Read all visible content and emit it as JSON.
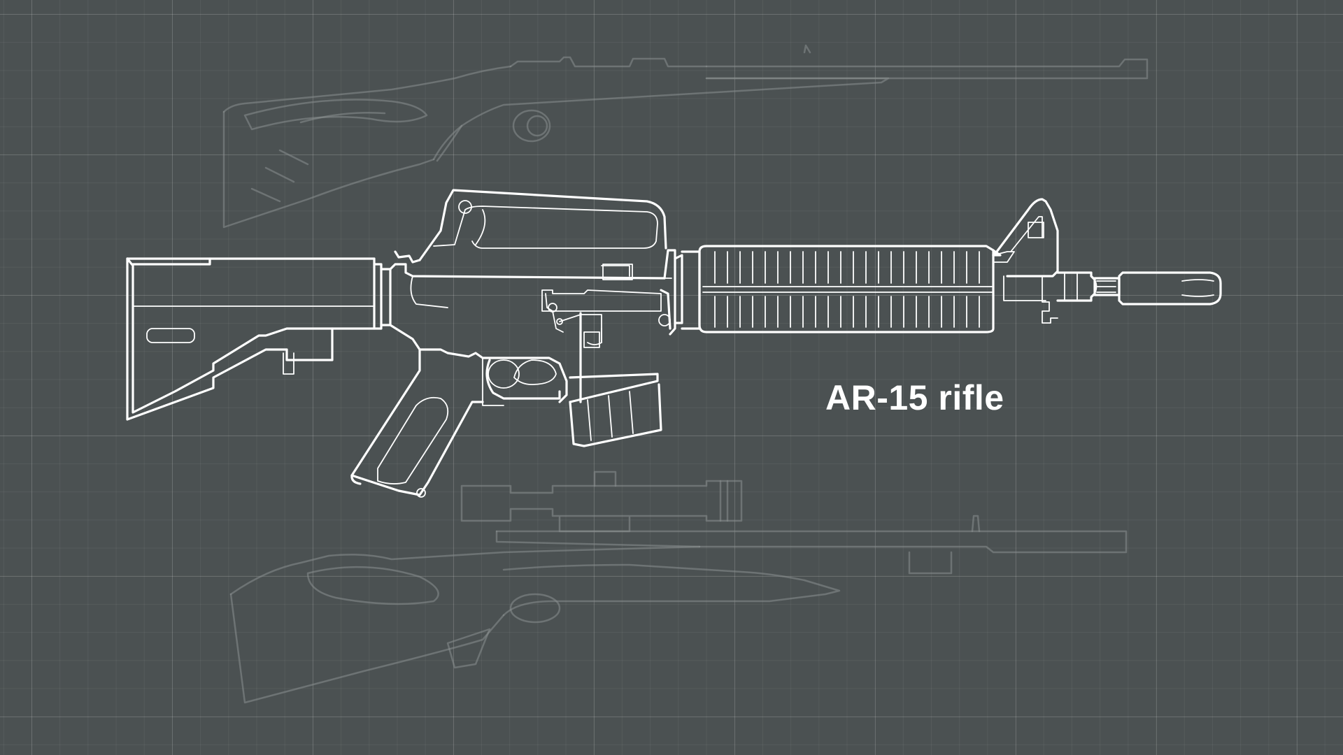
{
  "caption": "AR-15 rifle",
  "colors": {
    "background": "#4b5152",
    "grid_line": "#7f8586",
    "outline_primary": "#ffffff",
    "outline_ghost": "#8a908f"
  },
  "illustrations": {
    "primary": "ar15-rifle-outline",
    "ghosts": [
      "hunting-rifle-outline",
      "scoped-air-rifle-outline"
    ]
  }
}
